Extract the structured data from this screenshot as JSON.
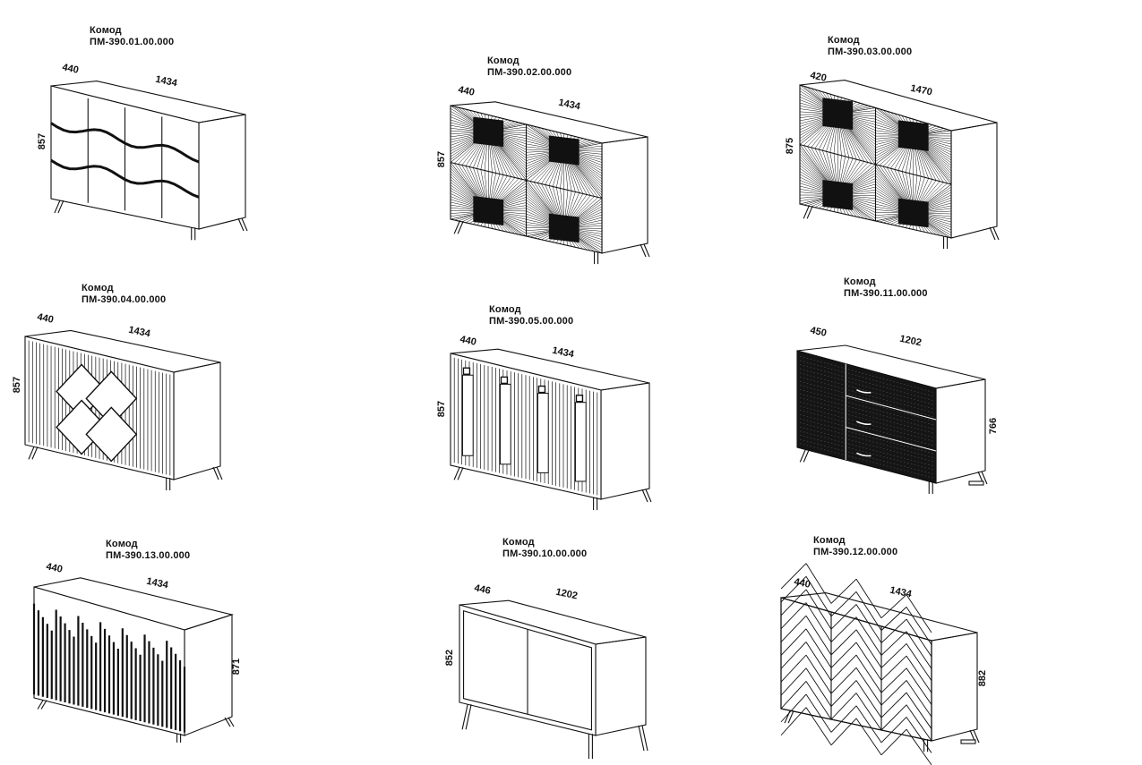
{
  "items": [
    {
      "name": "Комод",
      "code": "ПМ-390.01.00.000",
      "depth": "440",
      "width": "1434",
      "height": "857",
      "style": "waves"
    },
    {
      "name": "Комод",
      "code": "ПМ-390.02.00.000",
      "depth": "440",
      "width": "1434",
      "height": "857",
      "style": "rays"
    },
    {
      "name": "Комод",
      "code": "ПМ-390.03.00.000",
      "depth": "420",
      "width": "1470",
      "height": "875",
      "style": "rays"
    },
    {
      "name": "Комод",
      "code": "ПМ-390.04.00.000",
      "depth": "440",
      "width": "1434",
      "height": "857",
      "style": "diamond"
    },
    {
      "name": "Комод",
      "code": "ПМ-390.05.00.000",
      "depth": "440",
      "width": "1434",
      "height": "857",
      "style": "panels"
    },
    {
      "name": "Комод",
      "code": "ПМ-390.11.00.000",
      "depth": "450",
      "width": "1202",
      "height": "766",
      "style": "drawers"
    },
    {
      "name": "Комод",
      "code": "ПМ-390.13.00.000",
      "depth": "440",
      "width": "1434",
      "height": "871",
      "style": "bars"
    },
    {
      "name": "Комод",
      "code": "ПМ-390.10.00.000",
      "depth": "446",
      "width": "1202",
      "height": "852",
      "style": "plain"
    },
    {
      "name": "Комод",
      "code": "ПМ-390.12.00.000",
      "depth": "440",
      "width": "1434",
      "height": "882",
      "style": "herring"
    }
  ]
}
